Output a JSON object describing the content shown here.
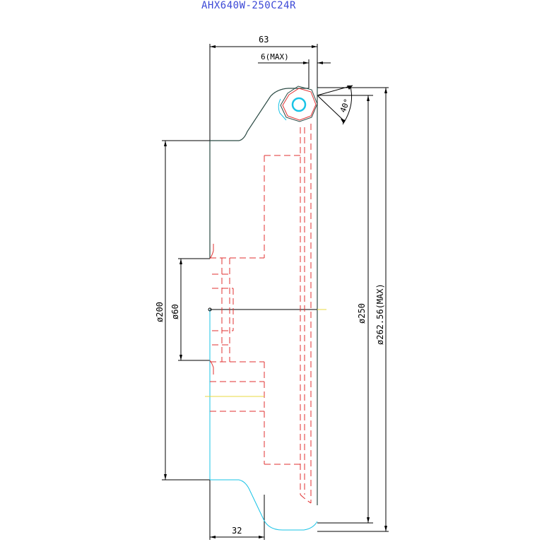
{
  "title": "AHX640W-250C24R",
  "dimensions": {
    "width_total": "63",
    "clearance": "6(MAX)",
    "angle": "40°",
    "bore_200": "ø200",
    "bore_60": "ø60",
    "dia_250": "ø250",
    "dia_max": "ø262.56(MAX)",
    "hub_width": "32"
  },
  "colors": {
    "outline": "#2b4a44",
    "hidden": "#e03030",
    "cyan": "#19c3e6",
    "dim": "#000000",
    "title": "#3b48d6",
    "yellow": "#e8d840"
  }
}
